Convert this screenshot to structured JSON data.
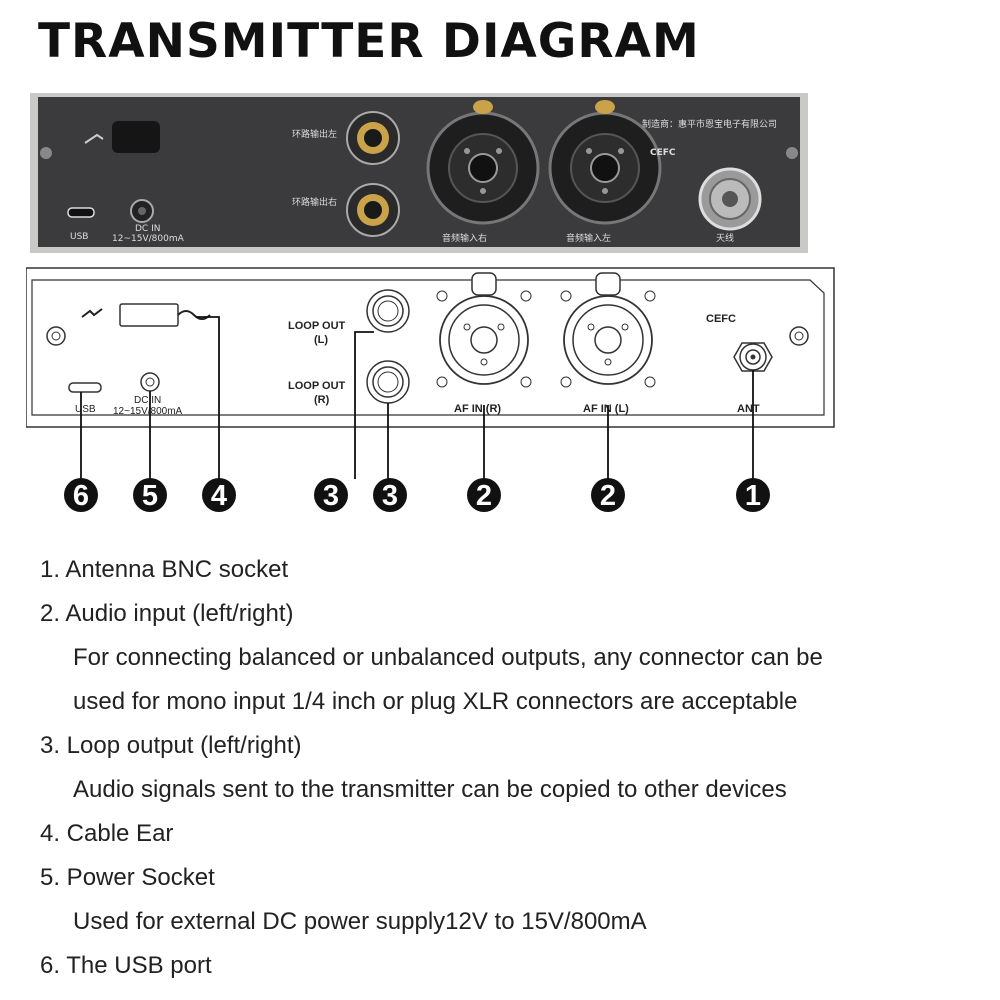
{
  "title": "TRANSMITTER DIAGRAM",
  "photo": {
    "usb_label": "USB",
    "dc_label": "DC IN",
    "dc_spec": "12~15V/800mA",
    "loop_left": "环路输出左",
    "loop_right": "环路输出右",
    "af_right": "音频输入右",
    "af_left": "音频输入左",
    "ant": "天线",
    "maker": "制造商：惠平市恩宝电子有限公司",
    "cert": "CEFC"
  },
  "drawing": {
    "usb_label": "USB",
    "dc_label": "DC IN",
    "dc_spec": "12~15V/800mA",
    "loop_l_1": "LOOP OUT",
    "loop_l_2": "(L)",
    "loop_r_1": "LOOP OUT",
    "loop_r_2": "(R)",
    "af_r": "AF IN (R)",
    "af_l": "AF IN (L)",
    "ant": "ANT",
    "cert": "CEFC"
  },
  "callouts": [
    "6",
    "5",
    "4",
    "3",
    "3",
    "2",
    "2",
    "1"
  ],
  "features": [
    {
      "name": "1. Antenna BNC socket"
    },
    {
      "name": "2. Audio input (left/right)",
      "desc": "For connecting balanced or unbalanced outputs, any connector can be",
      "desc2": "used for mono input 1/4 inch or plug XLR connectors are acceptable"
    },
    {
      "name": "3. Loop output (left/right)",
      "desc": "Audio signals sent to the transmitter can be copied to other devices"
    },
    {
      "name": "4. Cable Ear"
    },
    {
      "name": "5. Power Socket",
      "desc": "Used for external DC power supply12V to 15V/800mA"
    },
    {
      "name": "6. The USB port"
    }
  ],
  "colors": {
    "panel_photo": "#3b3b3d",
    "chassis": "#cfcfcf",
    "badge": "#111111",
    "gold": "#c9a24a"
  }
}
